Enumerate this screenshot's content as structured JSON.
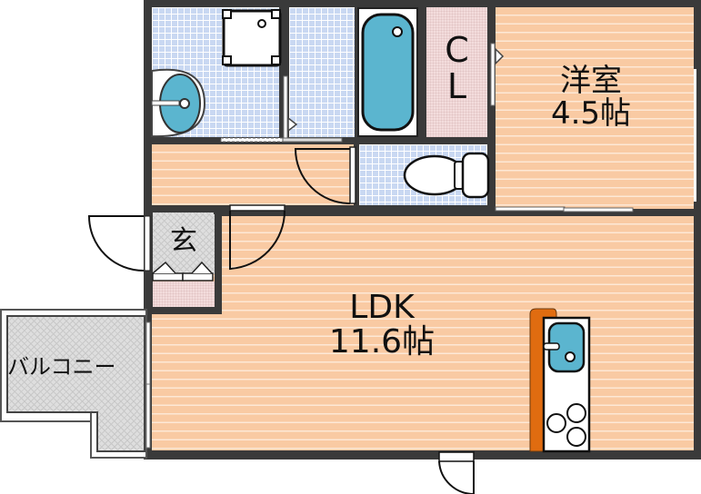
{
  "floor_plan": {
    "rooms": {
      "western_room": {
        "name": "洋室",
        "size": "4.5帖"
      },
      "ldk": {
        "name": "LDK",
        "size": "11.6帖"
      },
      "closet": {
        "line1": "C",
        "line2": "L"
      },
      "entrance": {
        "name": "玄"
      },
      "balcony": {
        "name": "バルコニー"
      }
    },
    "fixtures": [
      "washing-machine",
      "washbasin",
      "bathtub",
      "toilet",
      "kitchen-sink",
      "gas-stove"
    ],
    "colors": {
      "wall": "#3a3a3a",
      "wood_floor": "#f9caa3",
      "tile_floor": "#c9d8f2",
      "fixture_blue": "#5bb5cf",
      "closet_pink": "#f3dcdc",
      "counter_orange": "#e06c10",
      "balcony_gray": "#dedede"
    }
  }
}
